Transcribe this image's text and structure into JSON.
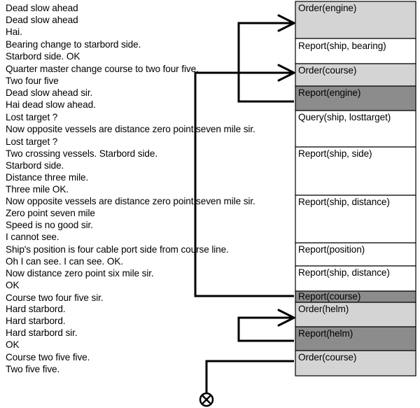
{
  "transcript": [
    "Dead slow ahead",
    "Dead slow ahead",
    "Hai.",
    "Bearing change to starbord side.",
    "Starbord side. OK",
    "Quarter master change course to two four five.",
    "Two four five",
    "Dead slow ahead sir.",
    "Hai dead slow ahead.",
    "Lost target ?",
    "Now opposite vessels are distance zero point seven mile sir.",
    "Lost target ?",
    "Two crossing vessels. Starbord side.",
    "Starbord side.",
    "Distance three mile.",
    "Three mile OK.",
    "Now opposite vessels are distance zero point seven mile sir.",
    "Zero point seven mile",
    "Speed is no good sir.",
    "I cannot see.",
    "Ship's position is four cable port side from course line.",
    "Oh I can see. I can see. OK.",
    "Now distance zero point six mile sir.",
    "OK",
    "Course two four five sir.",
    "Hard starbord.",
    "Hard starbord.",
    "Hard starbord sir.",
    "OK",
    "Course two five five.",
    "Two five five."
  ],
  "blocks": [
    {
      "label": "Order(engine)",
      "fill": "#d4d4d4"
    },
    {
      "label": "Report(ship, bearing)",
      "fill": "#ffffff"
    },
    {
      "label": "Order(course)",
      "fill": "#d4d4d4"
    },
    {
      "label": "Report(engine)",
      "fill": "#8c8c8c"
    },
    {
      "label": "Query(ship, losttarget)",
      "fill": "#ffffff"
    },
    {
      "label": "Report(ship, side)",
      "fill": "#ffffff"
    },
    {
      "label": "Report(ship, distance)",
      "fill": "#ffffff"
    },
    {
      "label": "Report(position)",
      "fill": "#ffffff"
    },
    {
      "label": "Report(ship, distance)",
      "fill": "#ffffff"
    },
    {
      "label": "Report(course)",
      "fill": "#8c8c8c"
    },
    {
      "label": "Order(helm)",
      "fill": "#d4d4d4"
    },
    {
      "label": "Report(helm)",
      "fill": "#8c8c8c"
    },
    {
      "label": "Order(course)",
      "fill": "#d4d4d4"
    }
  ],
  "colors": {
    "line": "#000000",
    "border": "#000000"
  }
}
